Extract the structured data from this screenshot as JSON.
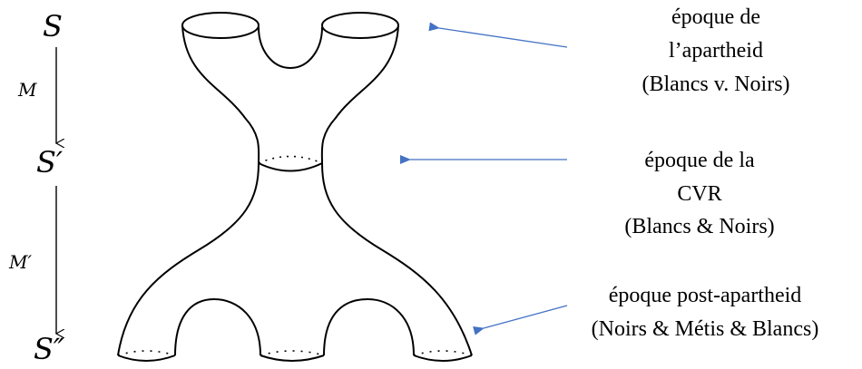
{
  "axis": {
    "top_state": "S",
    "mid_state": "S′",
    "bottom_state": "S″",
    "upper_map": "M",
    "lower_map": "M′"
  },
  "annotations": [
    {
      "lines": [
        "époque de",
        "l’apartheid",
        "(Blancs v. Noirs)"
      ]
    },
    {
      "lines": [
        "époque de la",
        "CVR",
        "(Blancs & Noirs)"
      ]
    },
    {
      "lines": [
        "époque post-apartheid",
        "(Noirs & Métis & Blancs)"
      ]
    }
  ],
  "colors": {
    "arrow": "#4472C4",
    "stroke": "#000000"
  }
}
